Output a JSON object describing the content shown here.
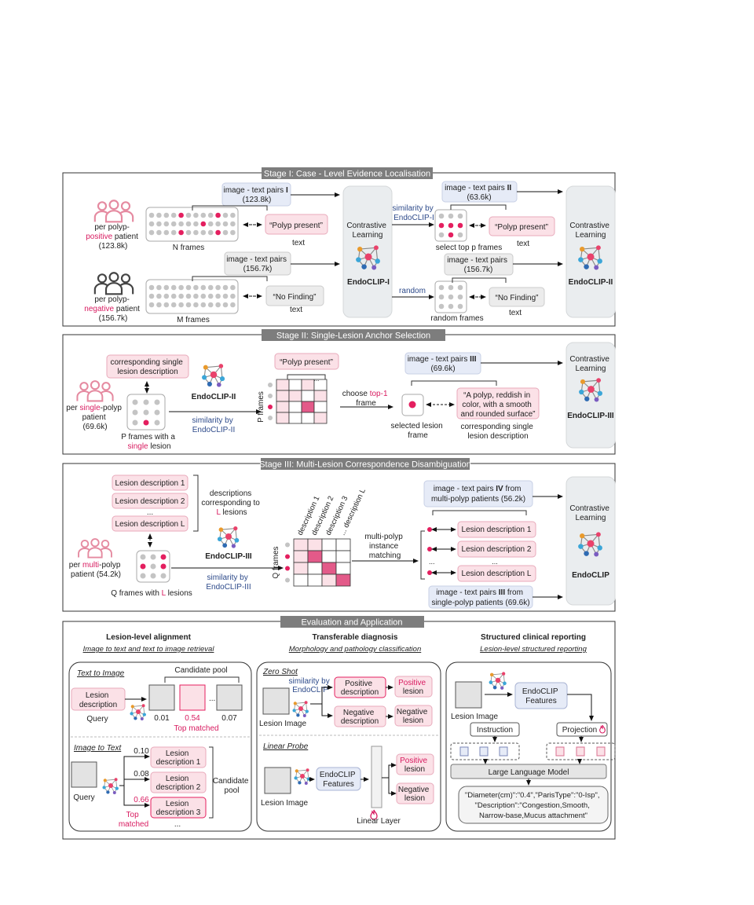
{
  "colors": {
    "accent_red": "#d81b60",
    "pink_fill": "#fbe1e7",
    "pink_stroke": "#e58aa0",
    "blue_fill": "#e6ebf7",
    "grey_fill": "#ececec",
    "panel_fill": "#eaedef",
    "banner": "#7d7d7d",
    "dot_grey": "#c4c4c4"
  },
  "icons": [
    "people-icon",
    "network-icon",
    "flame-icon"
  ],
  "stage1": {
    "title": "Stage I: Case - Level Evidence Localisation",
    "pos_patient": {
      "l1": "per polyp-",
      "l2a": "positive",
      "l2b": " patient",
      "l3": "(123.8k)"
    },
    "neg_patient": {
      "l1": "per polyp-",
      "l2a": "negative",
      "l2b": " patient",
      "l3": "(156.7k)"
    },
    "n_frames": "N frames",
    "m_frames": "M frames",
    "pairs1": {
      "l1": "image - text pairs ",
      "l1b": "I",
      "l2": "(123.8k)"
    },
    "pairs_neg": {
      "l1": "image - text pairs",
      "l2": "(156.7k)"
    },
    "polyp_present": "“Polyp present”",
    "no_finding": "“No Finding”",
    "text": "text",
    "cl": {
      "l1": "Contrastive",
      "l2": "Learning"
    },
    "endoclip1": "EndoCLIP-I",
    "endoclip2": "EndoCLIP-II",
    "sim": {
      "l1": "similarity by",
      "l2": "EndoCLIP-I"
    },
    "random": "random",
    "pairs2": {
      "l1": "image - text pairs ",
      "l1b": "II",
      "l2": "(63.6k)"
    },
    "pairs_neg2": {
      "l1": "image - text pairs",
      "l2": "(156.7k)"
    },
    "select_top": "select top p frames",
    "random_frames": "random frames"
  },
  "stage2": {
    "title": "Stage II:  Single-Lesion Anchor Selection",
    "corr": {
      "l1": "corresponding single",
      "l2": "lesion description"
    },
    "patient": {
      "l1a": "per ",
      "l1b": "single",
      "l1c": "-polyp",
      "l2": "patient",
      "l3": "(69.6k)"
    },
    "pframes": {
      "l1": "P frames with a",
      "l2": "single",
      "l3": " lesion"
    },
    "endoclip2": "EndoCLIP-II",
    "sim": {
      "l1": "similarity by",
      "l2": "EndoCLIP-II"
    },
    "polyp_present": "“Polyp present”",
    "p_frames_axis": "P frames",
    "ellipsis": "...",
    "choose": {
      "l1a": "choose ",
      "l1b": "top-1",
      "l2": "frame"
    },
    "pairs3": {
      "l1": "image - text pairs ",
      "l1b": "III",
      "l2": "(69.6k)"
    },
    "desc": {
      "l1": "“A polyp, reddish in",
      "l2": "color, with a smooth",
      "l3": "and rounded surface”"
    },
    "selected": {
      "l1": "selected lesion",
      "l2": "frame"
    },
    "corr2": {
      "l1": "corresponding single",
      "l2": "lesion description"
    },
    "cl": {
      "l1": "Contrastive",
      "l2": "Learning"
    },
    "endoclip3": "EndoCLIP-III"
  },
  "stage3": {
    "title": "Stage III:  Multi-Lesion Correspondence Disambiguation",
    "lesions": [
      "Lesion description 1",
      "Lesion description 2",
      "Lesion description L"
    ],
    "dots": "...",
    "desc_corr": {
      "l1": "descriptions",
      "l2": "corresponding to",
      "l3a": "L",
      "l3b": " lesions"
    },
    "patient": {
      "l1a": "per ",
      "l1b": "multi",
      "l1c": "-polyp",
      "l2": "patient (54.2k)"
    },
    "qframes": {
      "l1": "Q frames with ",
      "l2": "L",
      "l3": " lesions"
    },
    "endoclip3": "EndoCLIP-III",
    "sim": {
      "l1": "similarity by",
      "l2": "EndoCLIP-III"
    },
    "col_labels": [
      "description 1",
      "description 2",
      "description 3",
      "... description L"
    ],
    "q_frames_axis": "Q frames",
    "matching": {
      "l1": "multi-polyp",
      "l2": "instance",
      "l3": "matching"
    },
    "pairs4": {
      "l1a": "image - text pairs ",
      "l1b": "IV",
      "l1c": " from",
      "l2": "multi-polyp patients (56.2k)"
    },
    "pairs3b": {
      "l1a": "image - text pairs ",
      "l1b": "III",
      "l1c": " from",
      "l2": "single-polyp patients (69.6k)"
    },
    "cl": {
      "l1": "Contrastive",
      "l2": "Learning"
    },
    "endoclip": "EndoCLIP"
  },
  "eval": {
    "title": "Evaluation and Application",
    "col1": {
      "title": "Lesion-level alignment",
      "subtitle": "Image to text and text to image retrieval",
      "t2i": "Text to Image",
      "candidate_pool": "Candidate pool",
      "lesion_desc": {
        "l1": "Lesion",
        "l2": "description"
      },
      "query": "Query",
      "scores": [
        "0.01",
        "0.54",
        "0.07"
      ],
      "top_matched": "Top matched",
      "ellipsis": "...",
      "i2t": "Image to Text",
      "i2t_scores": [
        "0.10",
        "0.08",
        "0.66"
      ],
      "i2t_descs": [
        {
          "l1": "Lesion",
          "l2": "description 1"
        },
        {
          "l1": "Lesion",
          "l2": "description 2"
        },
        {
          "l1": "Lesion",
          "l2": "description 3"
        }
      ],
      "query2": "Query",
      "top2": {
        "l1": "Top",
        "l2": "matched"
      },
      "cand2": {
        "l1": "Candidate",
        "l2": "pool"
      }
    },
    "col2": {
      "title": "Transferable diagnosis",
      "subtitle": "Morphology and pathology classification",
      "zero_shot": "Zero Shot",
      "sim": {
        "l1": "similarity by",
        "l2": "EndoCLIP"
      },
      "pos_desc": {
        "l1": "Positive",
        "l2": "description"
      },
      "neg_desc": {
        "l1": "Negative",
        "l2": "description"
      },
      "pos_lesion": {
        "l1": "Positive",
        "l2": "lesion"
      },
      "neg_lesion": {
        "l1": "Negative",
        "l2": "lesion"
      },
      "lesion_image": "Lesion Image",
      "linear_probe": "Linear Probe",
      "features": {
        "l1": "EndoCLIP",
        "l2": "Features"
      },
      "linear_layer": "Linear Layer"
    },
    "col3": {
      "title": "Structured clinical reporting",
      "subtitle": "Lesion-level structured reporting",
      "features": {
        "l1": "EndoCLIP",
        "l2": "Features"
      },
      "lesion_image": "Lesion Image",
      "instruction": "Instruction",
      "projection": "Projection",
      "llm": "Large Language Model",
      "report": {
        "l1": "\"Diameter(cm)\":\"0.4\",\"ParisType\":\"0-Isp\",",
        "l2": "\"Description\":\"Congestion,Smooth,",
        "l3": "Narrow-base,Mucus attachment\""
      }
    }
  }
}
